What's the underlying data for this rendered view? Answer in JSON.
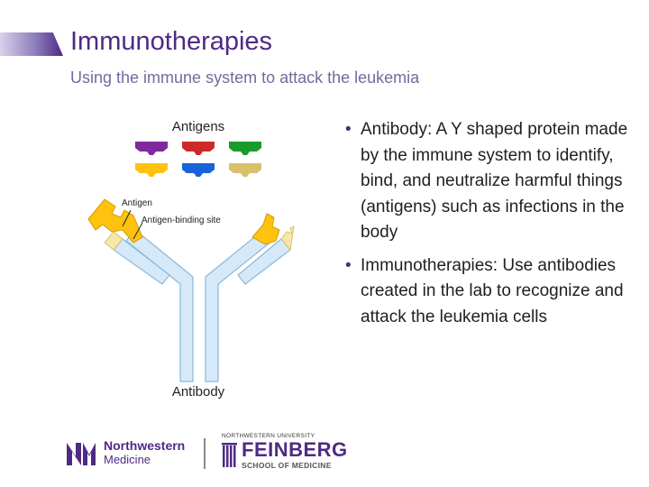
{
  "slide": {
    "title": "Immunotherapies",
    "subtitle": "Using the immune system to attack the leukemia"
  },
  "figure": {
    "heading": "Antigens",
    "antigen_label": "Antigen",
    "binding_site_label": "Antigen-binding site",
    "antibody_label": "Antibody",
    "antigen_colors": [
      "#7e2a9c",
      "#cc2a2a",
      "#1a9a2c",
      "#ffc20e",
      "#1764d8",
      "#d9c06a"
    ]
  },
  "bullets": [
    {
      "marker": "•",
      "text": "Antibody: A Y shaped protein made by the immune system to identify, bind, and neutralize harmful things (antigens) such as infections in the body"
    },
    {
      "marker": "•",
      "text": "Immunotherapies: Use antibodies created in the lab to recognize and attack the leukemia cells"
    }
  ],
  "logos": {
    "northwestern": "Northwestern",
    "medicine": "Medicine",
    "nu_small": "NORTHWESTERN UNIVERSITY",
    "feinberg": "FEINBERG",
    "school": "SCHOOL OF MEDICINE"
  },
  "colors": {
    "brand_purple": "#4e2a84",
    "subtitle": "#716c9c",
    "antibody_fill": "#d6e9f8",
    "antibody_stroke": "#8bb8da"
  }
}
